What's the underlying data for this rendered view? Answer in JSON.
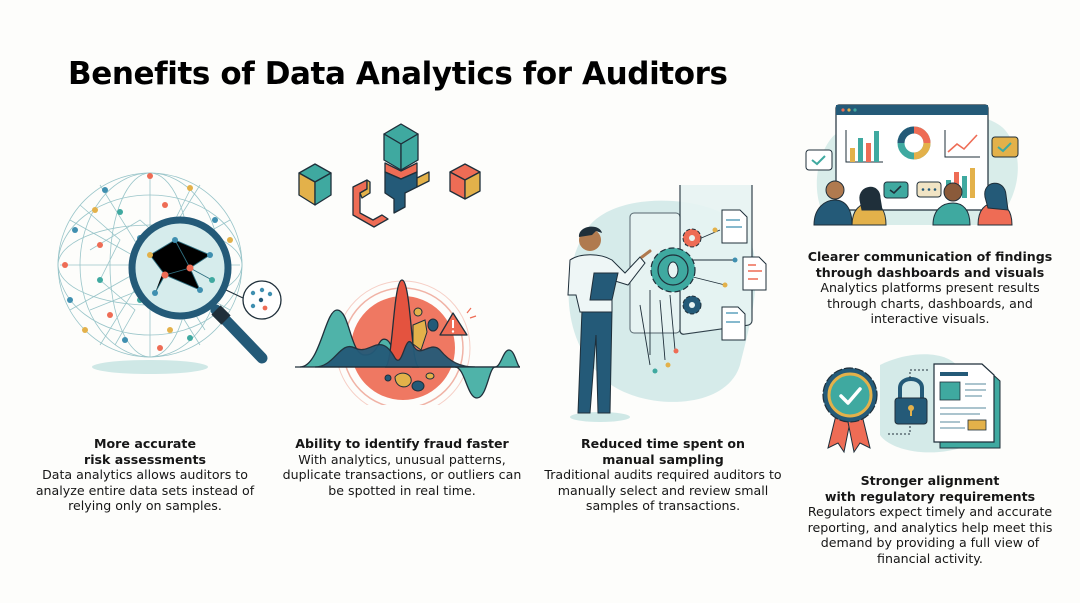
{
  "title": "Benefits of Data Analytics for Auditors",
  "colors": {
    "teal": "#3fa9a0",
    "navy": "#245a78",
    "coral": "#ee6c55",
    "mustard": "#e3b14a",
    "pale_teal": "#cfe8e6",
    "ink": "#1f2f3a",
    "background": "#fdfdfb"
  },
  "benefits": [
    {
      "heading": "More accurate\nrisk assessments",
      "body": "Data analytics allows auditors to\nanalyze entire data sets instead of\nrelying only on samples.",
      "icon": "magnifier-over-network-sphere-icon"
    },
    {
      "heading": "Ability to identify fraud faster",
      "body": "With analytics, unusual patterns,\nduplicate transactions, or outliers can\nbe spotted in real time.",
      "icon": "anomaly-wave-warning-icon"
    },
    {
      "heading": "Reduced time spent on\nmanual sampling",
      "body": "Traditional audits required auditors to\nmanually select and review small\nsamples of transactions.",
      "icon": "person-automation-screen-icon"
    },
    {
      "heading": "Clearer communication of findings\nthrough dashboards and visuals",
      "body": "Analytics platforms present results\nthrough charts, dashboards, and\ninteractive visuals.",
      "icon": "team-dashboard-icon"
    },
    {
      "heading": "Stronger alignment\nwith regulatory requirements",
      "body": "Regulators expect timely and accurate\nreporting, and analytics help meet this\ndemand by providing a full view of\nfinancial activity.",
      "icon": "badge-lock-document-icon"
    }
  ]
}
